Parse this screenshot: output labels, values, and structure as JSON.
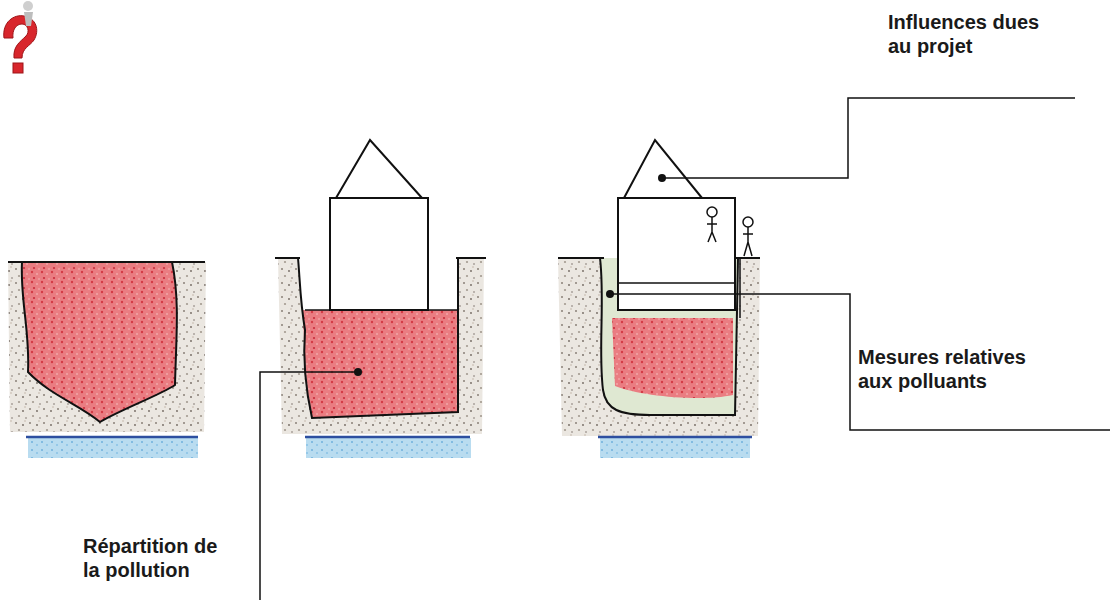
{
  "diagram": {
    "labels": [
      "Influences dues au projet",
      "Mesures relatives aux polluants",
      "Répartition de la pollution"
    ]
  }
}
